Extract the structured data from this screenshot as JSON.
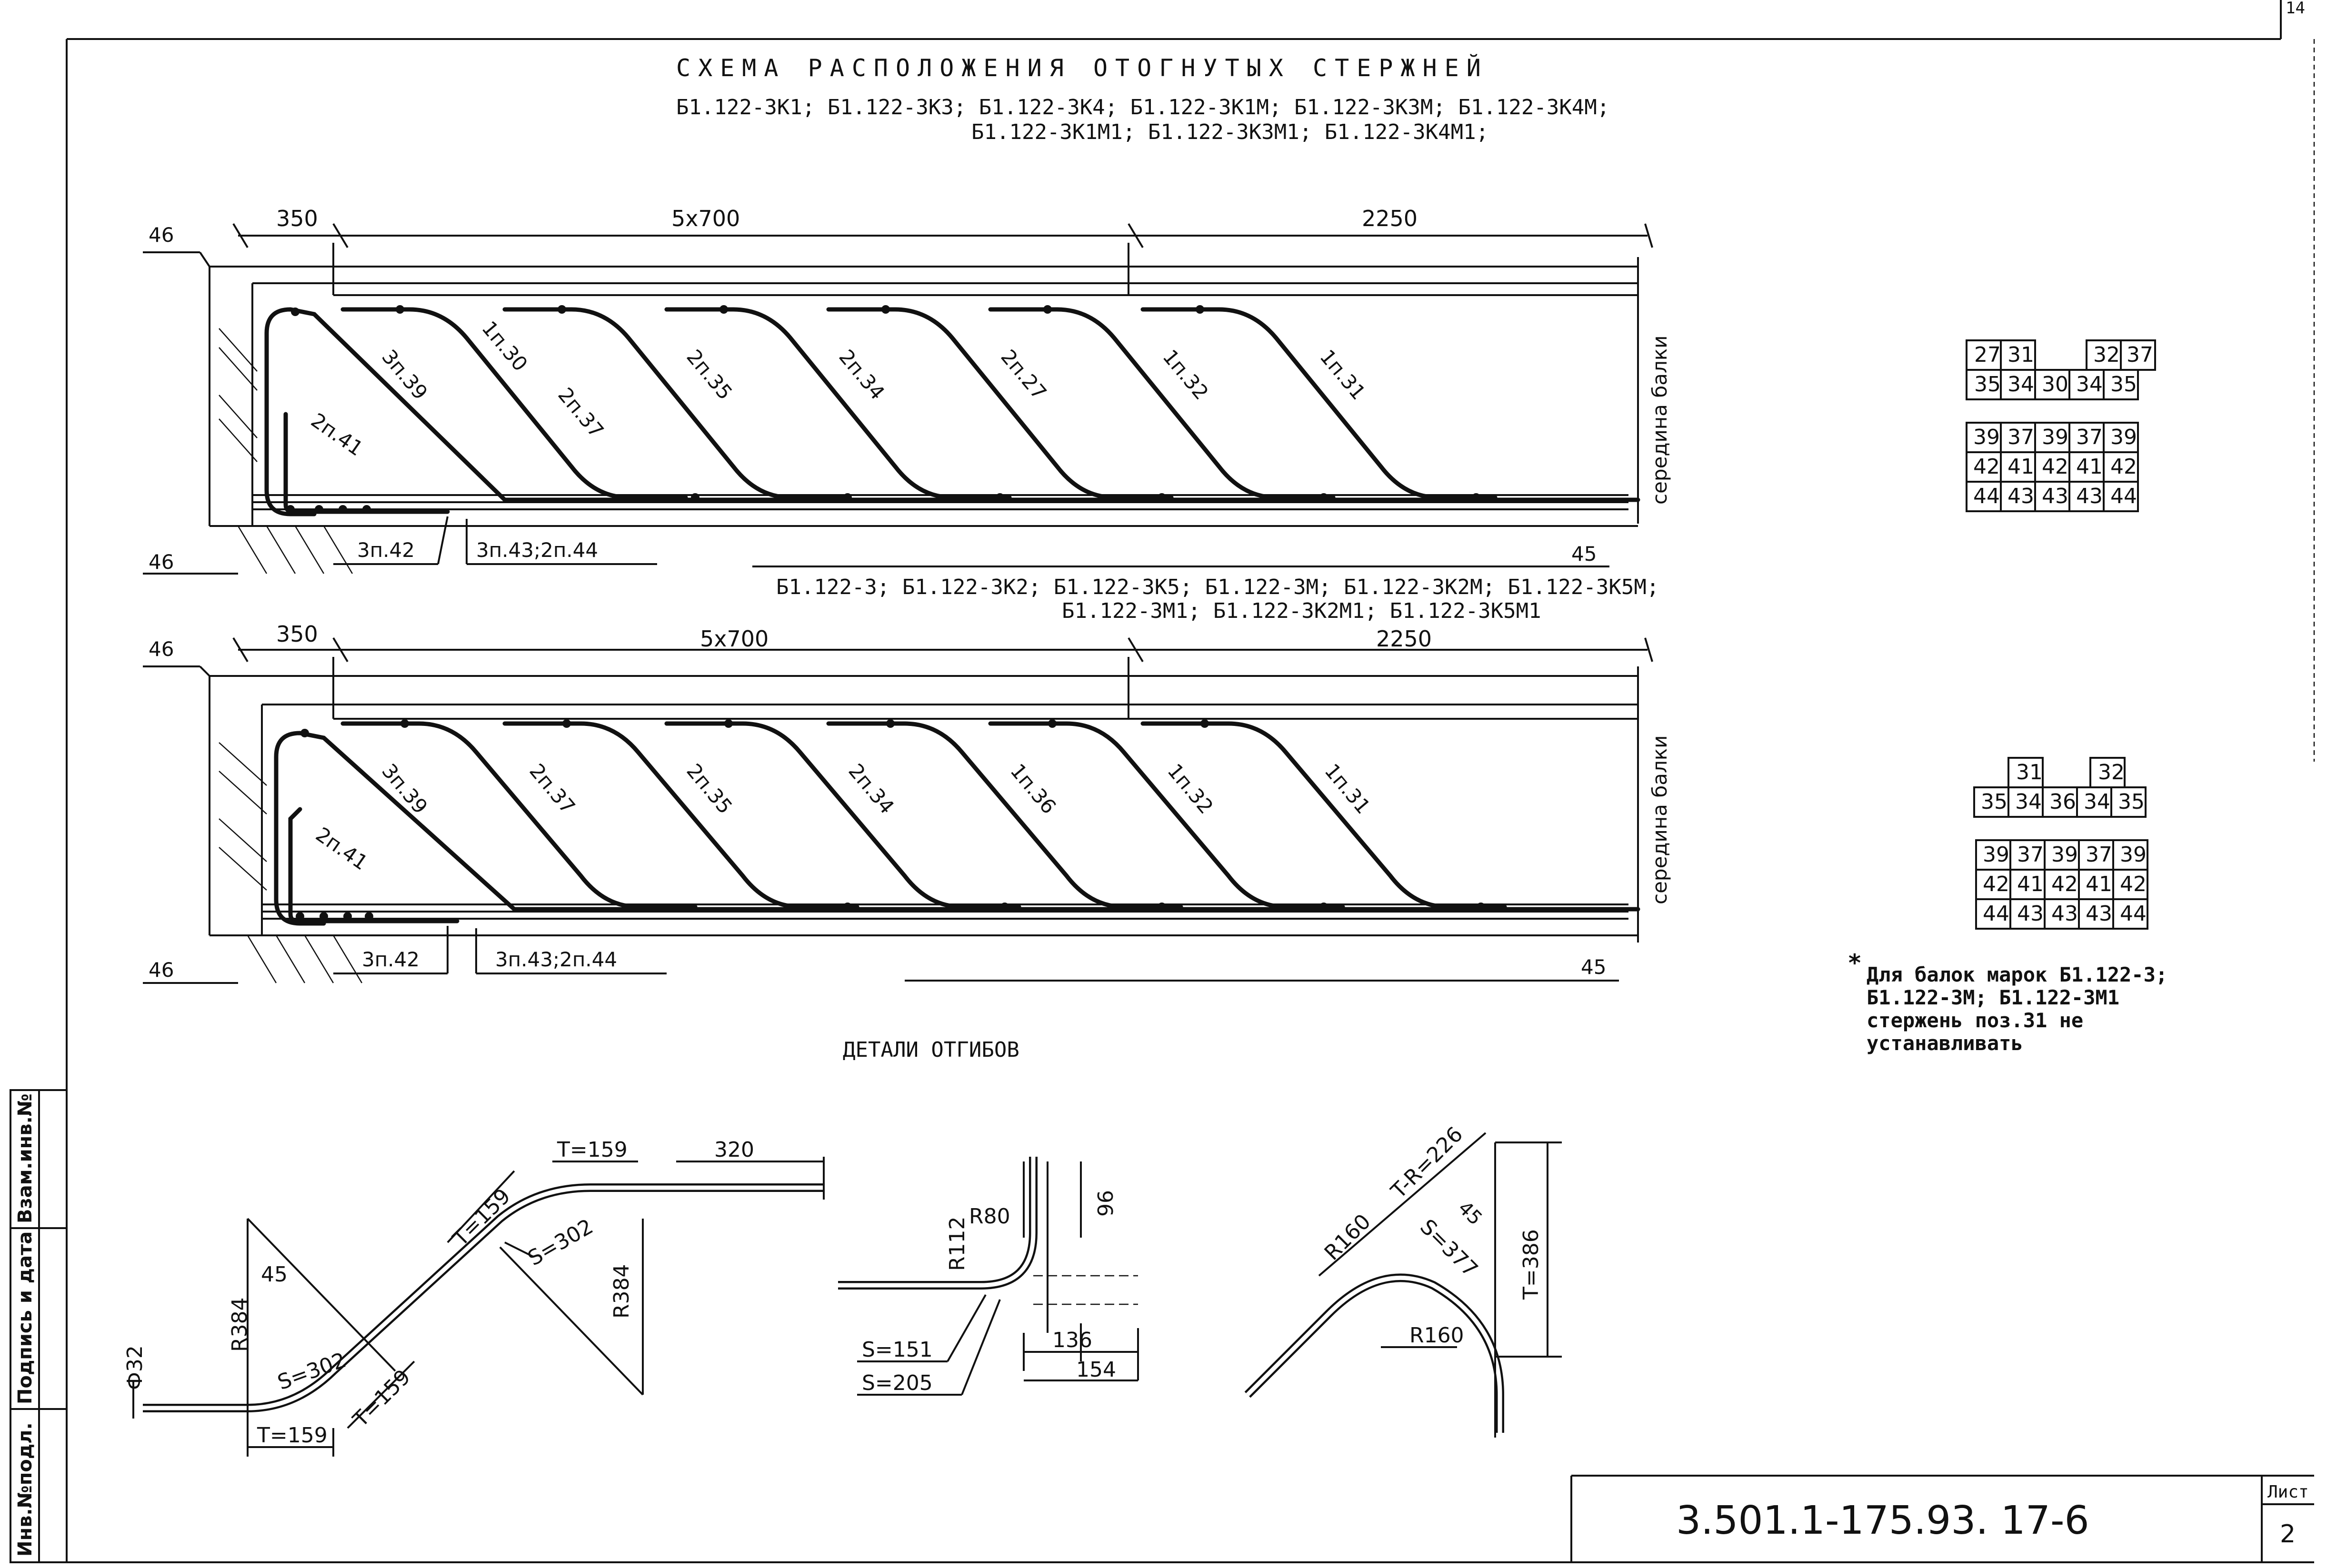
{
  "sheet": {
    "corner_number": "14",
    "title": "СХЕМА  РАСПОЛОЖЕНИЯ  ОТОГНУТЫХ  СТЕРЖНЕЙ",
    "doc_code": "3.501.1-175.93.   17-6",
    "sheet_label": "Лист",
    "sheet_number": "2",
    "side_stamp": [
      "Инв.№подл.",
      "Подпись и дата",
      "Взам.инв.№"
    ]
  },
  "scheme_top": {
    "marks_line1": "Б1.122-3К1; Б1.122-3К3; Б1.122-3К4;  Б1.122-3К1М; Б1.122-3К3М; Б1.122-3К4М;",
    "marks_line2": "Б1.122-3К1М1; Б1.122-3К3М1; Б1.122-3К4М1;",
    "dim_350": "350",
    "dim_5x700": "5х700",
    "dim_2250": "2250",
    "pos_46_top": "46",
    "pos_46_bottom": "46",
    "pos_45": "45",
    "mid_label": "середина балки",
    "bars": [
      "3п.39",
      "1п.30",
      "2п.37",
      "2п.35",
      "2п.34",
      "2п.27",
      "1п.32",
      "1п.31"
    ],
    "bar_2p41": "2п.41",
    "callout_a": "3п.42",
    "callout_b": "3п.43;2п.44"
  },
  "scheme_bottom": {
    "marks_line1": "Б1.122-3; Б1.122-3К2; Б1.122-3К5;  Б1.122-3М; Б1.122-3К2М; Б1.122-3К5М;",
    "marks_line2": "Б1.122-3М1; Б1.122-3К2М1; Б1.122-3К5М1",
    "dim_350": "350",
    "dim_5x700": "5х700",
    "dim_2250": "2250",
    "pos_46_top": "46",
    "pos_46_bottom": "46",
    "pos_45": "45",
    "mid_label": "середина балки",
    "bars": [
      "3п.39",
      "2п.37",
      "2п.35",
      "2п.34",
      "1п.36",
      "1п.32",
      "1п.31"
    ],
    "bar_2p41": "2п.41",
    "callout_a": "3п.42",
    "callout_b": "3п.43;2п.44"
  },
  "tables": {
    "top_row1": [
      "27",
      "31",
      "",
      "32",
      "37"
    ],
    "top_row2": [
      "35",
      "34",
      "30",
      "34",
      "35"
    ],
    "top_grid": [
      [
        "39",
        "37",
        "39",
        "37",
        "39"
      ],
      [
        "42",
        "41",
        "42",
        "41",
        "42"
      ],
      [
        "44",
        "43",
        "43",
        "43",
        "44"
      ]
    ],
    "bottom_row1": [
      "",
      "31",
      "",
      "32",
      ""
    ],
    "bottom_row2": [
      "35",
      "34",
      "36",
      "34",
      "35"
    ],
    "bottom_grid": [
      [
        "39",
        "37",
        "39",
        "37",
        "39"
      ],
      [
        "42",
        "41",
        "42",
        "41",
        "42"
      ],
      [
        "44",
        "43",
        "43",
        "43",
        "44"
      ]
    ]
  },
  "note": {
    "star": "*",
    "lines": [
      "Для балок марок Б1.122-3;",
      "Б1.122-3М; Б1.122-3М1",
      "стержень поз.31 не",
      "устанавливать"
    ]
  },
  "details": {
    "title": "ДЕТАЛИ  ОТГИБОВ",
    "d1": {
      "phi": "Ф32",
      "r_left": "R384",
      "angle": "45",
      "s_left": "S=302",
      "t_bottom": "T=159",
      "t_slant1": "T=159",
      "t_slant2": "T=159",
      "t_top": "T=159",
      "dim_320": "320",
      "s_right": "S=302",
      "r_right": "R384"
    },
    "d2": {
      "r80": "R80",
      "r112": "R112",
      "dim_96": "96",
      "s151": "S=151",
      "s205": "S=205",
      "dim_136": "136",
      "dim_154": "154"
    },
    "d3": {
      "r160a": "R160",
      "tr": "T-R=226",
      "angle": "45",
      "s377": "S=377",
      "t386": "T=386",
      "r160b": "R160"
    }
  }
}
